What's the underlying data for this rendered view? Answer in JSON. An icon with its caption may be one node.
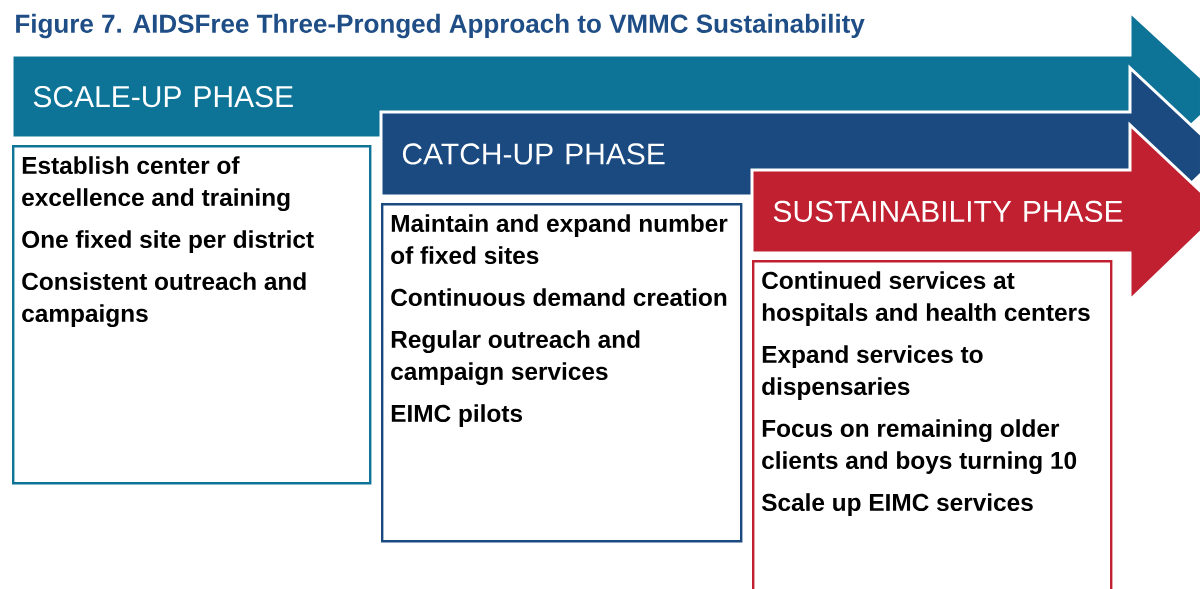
{
  "diagram": {
    "title": "Figure 7. AIDSFree Three-Pronged Approach to VMMC Sustainability",
    "nodes": [
      {
        "text": [
          "SCALE-UP PHASE"
        ]
      },
      {
        "text": [
          "Establish center of excellence and training",
          "One fixed site per district",
          "Consistent outreach and campaigns"
        ]
      },
      {
        "text": [
          "CATCH-UP PHASE"
        ]
      },
      {
        "text": [
          "Maintain and expand number of fixed sites",
          "Continuous demand creation",
          "Regular outreach and campaign services",
          "EIMC pilots"
        ]
      },
      {
        "text": [
          "SUSTAINABILITY PHASE"
        ]
      },
      {
        "text": [
          "Continued services at hospitals and health centers",
          "Expand services to dispensaries",
          "Focus on remaining older clients and boys turning 10",
          "Scale up EIMC services"
        ]
      }
    ]
  }
}
